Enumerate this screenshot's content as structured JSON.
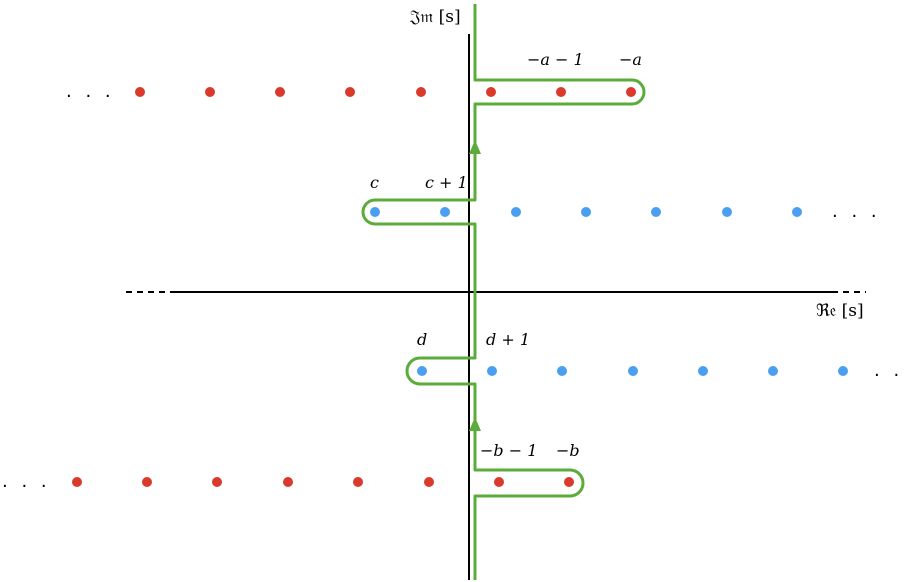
{
  "axes": {
    "imag_label": "𝔍𝔪 [s]",
    "real_label": "ℜ𝔢 [s]"
  },
  "labels": {
    "neg_a_minus_1": "−a − 1",
    "neg_a": "−a",
    "c": "c",
    "c_plus_1": "c + 1",
    "d": "d",
    "d_plus_1": "d + 1",
    "neg_b_minus_1": "−b − 1",
    "neg_b": "−b",
    "ellipsis": ". . ."
  },
  "colors": {
    "red_poles": "#d93a2b",
    "blue_poles": "#4a9ff0",
    "contour": "#5aad3a",
    "axis": "#000000"
  },
  "pole_rows": [
    {
      "name": "row-a",
      "color": "red",
      "count_left": 5,
      "count_right": 3,
      "ellipsis": "left"
    },
    {
      "name": "row-c",
      "color": "blue",
      "count_left": 2,
      "count_right": 5,
      "ellipsis": "right"
    },
    {
      "name": "row-d",
      "color": "blue",
      "count_left": 1,
      "count_right": 6,
      "ellipsis": "right"
    },
    {
      "name": "row-b",
      "color": "red",
      "count_left": 6,
      "count_right": 2,
      "ellipsis": "left"
    }
  ]
}
